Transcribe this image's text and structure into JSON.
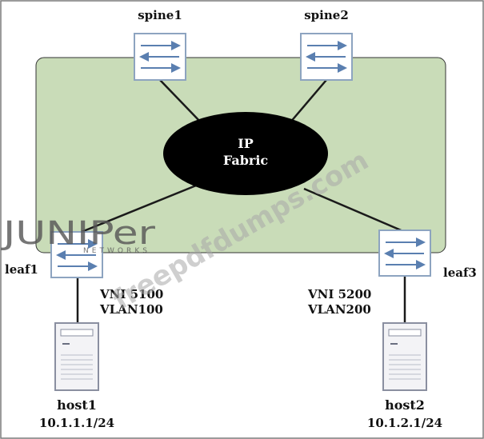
{
  "colors": {
    "fabric_panel": "#c9dcb8",
    "fabric_ellipse": "#000000",
    "switch_fill": "#ffffff",
    "switch_border": "#8da4c0",
    "arrow": "#5a7fb0",
    "link": "#1a1a1a",
    "server_body": "#f3f3f6",
    "server_border": "#8a8fa0"
  },
  "fabric": {
    "line1": "IP",
    "line2": "Fabric"
  },
  "devices": {
    "spine1": {
      "label": "spine1",
      "icon": "switch-icon"
    },
    "spine2": {
      "label": "spine2",
      "icon": "switch-icon"
    },
    "leaf1": {
      "label": "leaf1",
      "icon": "switch-icon",
      "vni": "VNI 5100",
      "vlan": "VLAN100"
    },
    "leaf3": {
      "label": "leaf3",
      "icon": "switch-icon",
      "vni": "VNI 5200",
      "vlan": "VLAN200"
    },
    "host1": {
      "label": "host1",
      "ip": "10.1.1.1/24",
      "icon": "server-icon"
    },
    "host2": {
      "label": "host2",
      "ip": "10.1.2.1/24",
      "icon": "server-icon"
    }
  },
  "watermark": {
    "brand": "JUNIPer",
    "brand_sub": "NETWORKS",
    "site": "freepdfdumps.com"
  }
}
